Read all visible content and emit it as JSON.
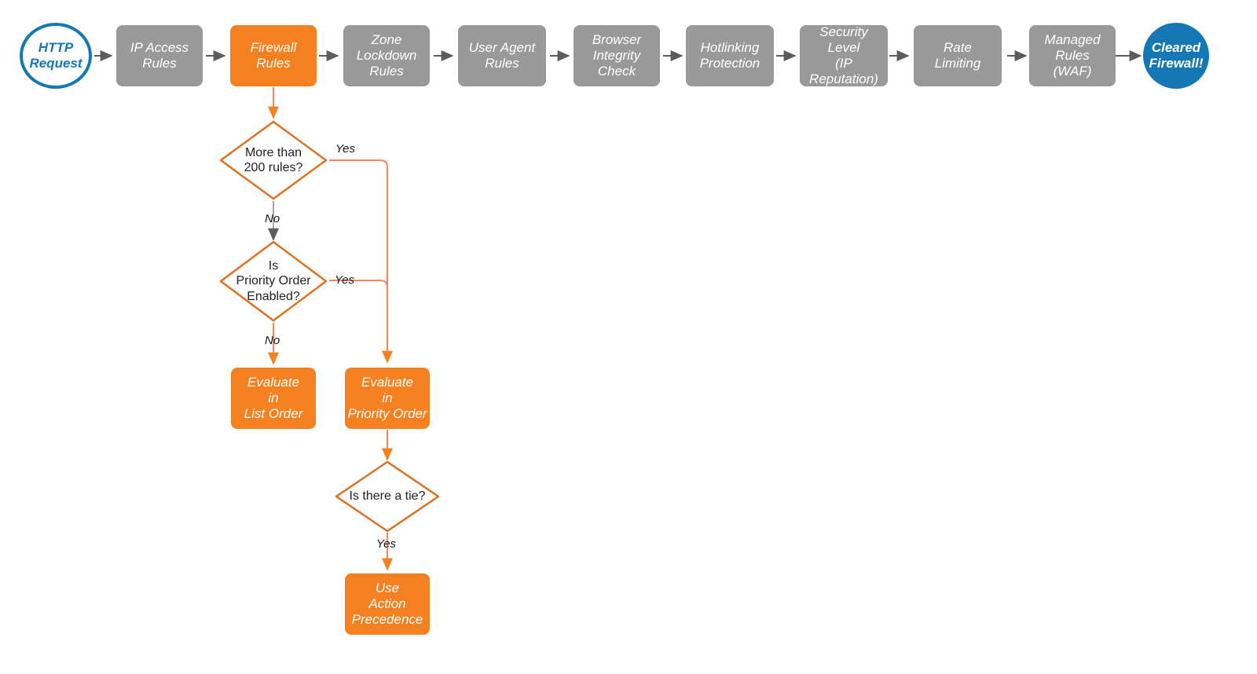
{
  "diagram": {
    "title": "Cloudflare firewall request evaluation order",
    "colors": {
      "orange": "#f4801f",
      "orange_line": "#f0885a",
      "gray": "#999999",
      "gray_line": "#5c5c5c",
      "blue": "#1478b4",
      "text_dark": "#222222",
      "white": "#ffffff",
      "background": "#ffffff"
    }
  },
  "pipeline": {
    "start": {
      "label": "HTTP\nRequest",
      "shape": "circle-outline"
    },
    "steps": [
      {
        "label": "IP Access\nRules",
        "shape": "box",
        "color": "gray"
      },
      {
        "label": "Firewall\nRules",
        "shape": "box",
        "color": "orange"
      },
      {
        "label": "Zone\nLockdown\nRules",
        "shape": "box",
        "color": "gray"
      },
      {
        "label": "User Agent\nRules",
        "shape": "box",
        "color": "gray"
      },
      {
        "label": "Browser\nIntegrity\nCheck",
        "shape": "box",
        "color": "gray"
      },
      {
        "label": "Hotlinking\nProtection",
        "shape": "box",
        "color": "gray"
      },
      {
        "label": "Security\nLevel\n(IP Reputation)",
        "shape": "box",
        "color": "gray"
      },
      {
        "label": "Rate\nLimiting",
        "shape": "box",
        "color": "gray"
      },
      {
        "label": "Managed\nRules\n(WAF)",
        "shape": "box",
        "color": "gray"
      }
    ],
    "end": {
      "label": "Cleared\nFirewall!",
      "shape": "circle-filled"
    }
  },
  "detail": {
    "decisions": [
      {
        "id": "more-than-200-rules",
        "label": "More than\n200 rules?"
      },
      {
        "id": "is-priority-order-enabled",
        "label": "Is\nPriority Order\nEnabled?"
      },
      {
        "id": "is-there-a-tie",
        "label": "Is there a tie?"
      }
    ],
    "outcomes": [
      {
        "id": "evaluate-in-list-order",
        "label": "Evaluate\nin\nList Order"
      },
      {
        "id": "evaluate-in-priority-order",
        "label": "Evaluate\nin\nPriority Order"
      },
      {
        "id": "use-action-precedence",
        "label": "Use\nAction\nPrecedence"
      }
    ],
    "edge_labels": {
      "more_rules_yes": "Yes",
      "more_rules_no": "No",
      "priority_enabled_yes": "Yes",
      "priority_enabled_no": "No",
      "tie_yes": "Yes"
    }
  }
}
